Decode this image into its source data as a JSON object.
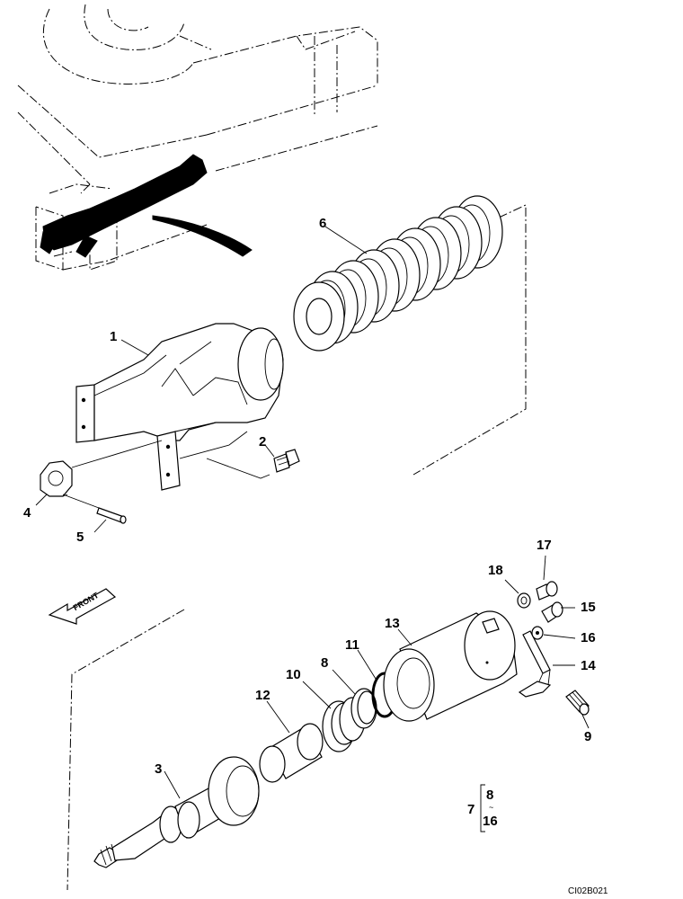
{
  "diagram": {
    "front_label": "FRONT",
    "drawing_code": "CI02B021",
    "callouts": [
      "1",
      "2",
      "3",
      "4",
      "5",
      "6",
      "8",
      "9",
      "10",
      "11",
      "12",
      "13",
      "14",
      "15",
      "16",
      "17",
      "18"
    ],
    "kit": {
      "number": "7",
      "from": "8",
      "tilde": "~",
      "to": "16"
    }
  }
}
